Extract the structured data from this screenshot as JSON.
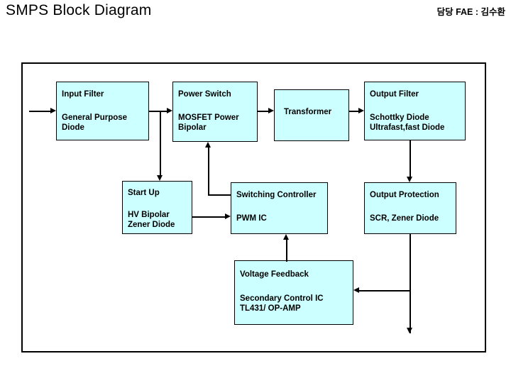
{
  "slide": {
    "title": "SMPS Block Diagram",
    "author_note": "담당 FAE : 김수환",
    "box_fill_color": "#ccffff",
    "border_color": "#000000",
    "background_color": "#ffffff"
  },
  "blocks": [
    {
      "id": "input-filter",
      "heading": "Input Filter",
      "detail_line1": "General Purpose",
      "detail_line2": "Diode"
    },
    {
      "id": "power-switch",
      "heading": "Power Switch",
      "detail_line1": "MOSFET Power",
      "detail_line2": "Bipolar"
    },
    {
      "id": "transformer",
      "heading": "Transformer",
      "detail_line1": "",
      "detail_line2": ""
    },
    {
      "id": "output-filter",
      "heading": "Output Filter",
      "detail_line1": "Schottky Diode",
      "detail_line2": "Ultrafast,fast Diode"
    },
    {
      "id": "start-up",
      "heading": "Start Up",
      "detail_line1": "HV Bipolar",
      "detail_line2": "Zener Diode"
    },
    {
      "id": "switching-controller",
      "heading": "Switching Controller",
      "detail_line1": "PWM IC",
      "detail_line2": ""
    },
    {
      "id": "output-protection",
      "heading": "Output Protection",
      "detail_line1": "SCR, Zener Diode",
      "detail_line2": ""
    },
    {
      "id": "voltage-feedback",
      "heading": "Voltage Feedback",
      "detail_line1": "Secondary Control IC",
      "detail_line2": "TL431/ OP-AMP"
    }
  ],
  "connectors": [
    {
      "id": "ac-input-to-input-filter",
      "direction": "right"
    },
    {
      "id": "input-filter-to-power-switch",
      "direction": "right"
    },
    {
      "id": "power-switch-to-transformer",
      "direction": "right"
    },
    {
      "id": "transformer-to-output-filter",
      "direction": "right"
    },
    {
      "id": "input-line-to-start-up",
      "direction": "down"
    },
    {
      "id": "start-up-to-switching-controller",
      "direction": "right"
    },
    {
      "id": "switching-controller-to-power-switch",
      "direction": "up"
    },
    {
      "id": "output-filter-to-output-protection",
      "direction": "down"
    },
    {
      "id": "output-protection-to-voltage-feedback",
      "direction": "left"
    },
    {
      "id": "voltage-feedback-to-switching-controller",
      "direction": "up"
    },
    {
      "id": "output-protection-to-dc-output",
      "direction": "down"
    }
  ]
}
